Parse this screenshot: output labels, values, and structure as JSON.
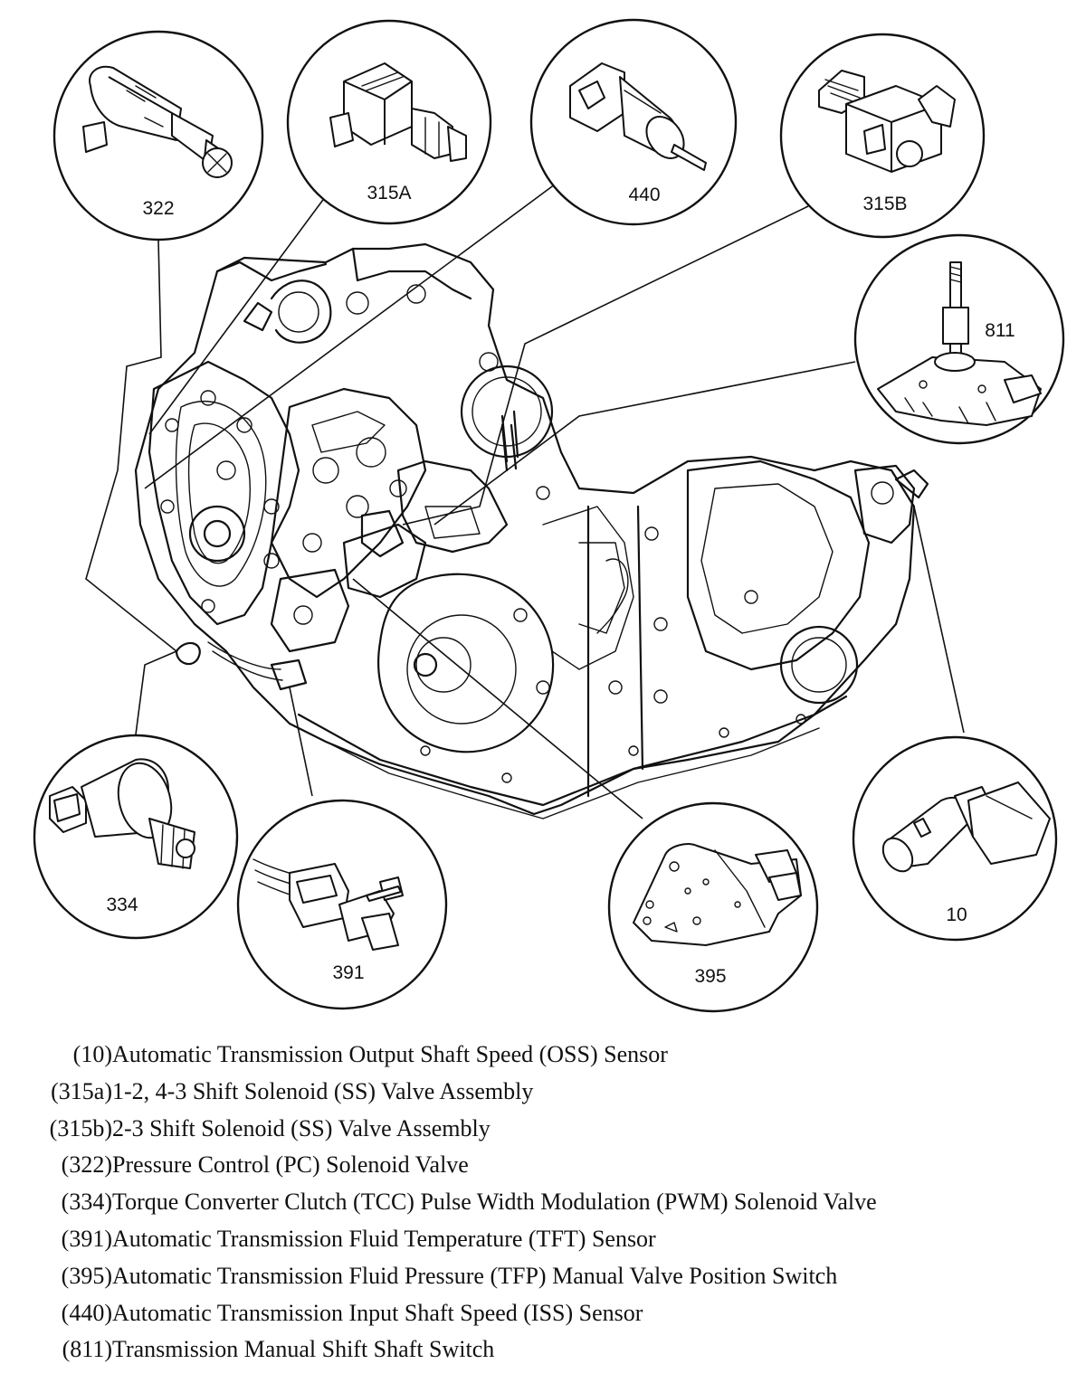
{
  "callouts": [
    {
      "id": "322",
      "label": "322"
    },
    {
      "id": "315A",
      "label": "315A"
    },
    {
      "id": "440",
      "label": "440"
    },
    {
      "id": "315B",
      "label": "315B"
    },
    {
      "id": "811",
      "label": "811"
    },
    {
      "id": "334",
      "label": "334"
    },
    {
      "id": "391",
      "label": "391"
    },
    {
      "id": "395",
      "label": "395"
    },
    {
      "id": "10",
      "label": "10"
    }
  ],
  "legend": [
    {
      "code": "(10)",
      "desc": "Automatic Transmission Output Shaft Speed (OSS) Sensor"
    },
    {
      "code": "(315a)",
      "desc": "1-2, 4-3 Shift Solenoid (SS) Valve Assembly"
    },
    {
      "code": "(315b)",
      "desc": "2-3 Shift Solenoid (SS) Valve Assembly"
    },
    {
      "code": "(322)",
      "desc": "Pressure Control (PC) Solenoid Valve"
    },
    {
      "code": "(334)",
      "desc": "Torque Converter Clutch (TCC) Pulse Width Modulation (PWM) Solenoid Valve"
    },
    {
      "code": "(391)",
      "desc": "Automatic Transmission Fluid Temperature (TFT) Sensor"
    },
    {
      "code": "(395)",
      "desc": "Automatic Transmission Fluid Pressure (TFP) Manual Valve Position Switch"
    },
    {
      "code": "(440)",
      "desc": "Automatic Transmission Input Shaft Speed (ISS) Sensor"
    },
    {
      "code": "(811)",
      "desc": "Transmission Manual Shift Shaft Switch"
    }
  ]
}
